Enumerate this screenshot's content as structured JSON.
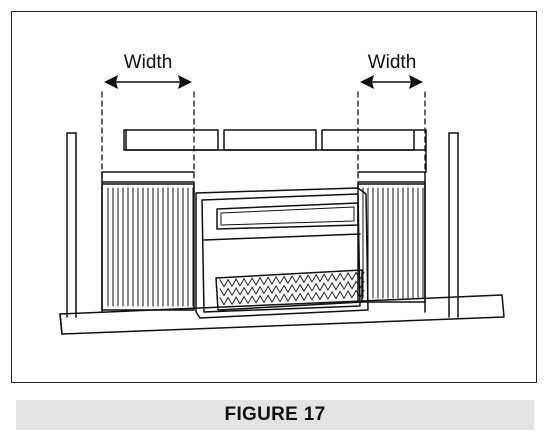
{
  "diagram": {
    "left_label": "Width",
    "right_label": "Width",
    "icons": [
      "double-arrow-icon",
      "double-arrow-icon"
    ],
    "stroke_color": "#111111"
  },
  "caption": {
    "text": "FIGURE 17",
    "background": "#e4e4e4"
  }
}
